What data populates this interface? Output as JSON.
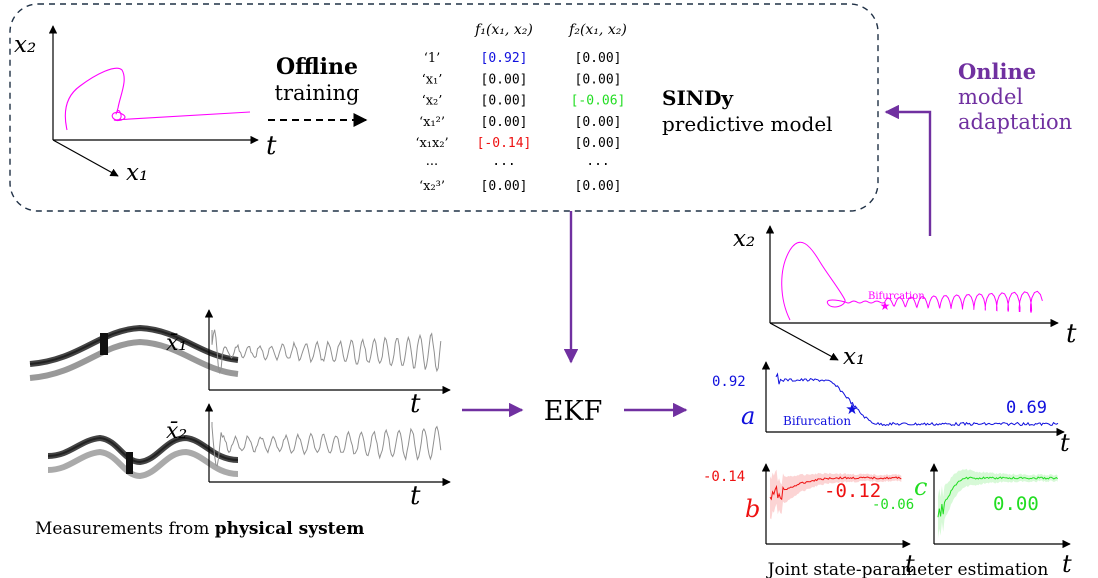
{
  "colors": {
    "trajectory": "#ff00ff",
    "coef_a": "#1010dd",
    "coef_b": "#ee1111",
    "coef_c": "#22dd22",
    "arrow": "#7030a0",
    "online": "#7030a0",
    "box_border": "#1f3045",
    "signal": "#909090"
  },
  "offline_box": {
    "axis_x2": "x₂",
    "axis_x1": "x₁",
    "axis_t": "t",
    "offline_title": "Offline",
    "offline_sub": "training",
    "table": {
      "col_headers": [
        "f₁(x₁, x₂)",
        "f₂(x₁, x₂)"
      ],
      "rows": [
        {
          "term": "‘1’",
          "f1": "[0.92]",
          "f2": "[0.00]",
          "f1_color": "coef_a",
          "f2_color": ""
        },
        {
          "term": "‘x₁’",
          "f1": "[0.00]",
          "f2": "[0.00]",
          "f1_color": "",
          "f2_color": ""
        },
        {
          "term": "‘x₂’",
          "f1": "[0.00]",
          "f2": "[-0.06]",
          "f1_color": "",
          "f2_color": "coef_c"
        },
        {
          "term": "‘x₁²’",
          "f1": "[0.00]",
          "f2": "[0.00]",
          "f1_color": "",
          "f2_color": ""
        },
        {
          "term": "‘x₁x₂’",
          "f1": "[-0.14]",
          "f2": "[0.00]",
          "f1_color": "coef_b",
          "f2_color": ""
        },
        {
          "term": "···",
          "f1": "···",
          "f2": "···",
          "f1_color": "",
          "f2_color": ""
        },
        {
          "term": "‘x₂³’",
          "f1": "[0.00]",
          "f2": "[0.00]",
          "f1_color": "",
          "f2_color": ""
        }
      ]
    },
    "sindy_title": "SINDy",
    "sindy_sub": "predictive model"
  },
  "online": {
    "title": "Online",
    "line2": "model",
    "line3": "adaptation"
  },
  "measurements": {
    "x1_label": "x̄₁",
    "x2_label": "x̄₂",
    "t_label": "t",
    "caption_prefix": "Measurements from ",
    "caption_bold": "physical system"
  },
  "ekf_label": "EKF",
  "estimation": {
    "axis_x2": "x₂",
    "axis_x1": "x₁",
    "axis_t": "t",
    "bifurcation_label": "Bifurcation",
    "a": {
      "symbol": "a",
      "start": "0.92",
      "end": "0.69",
      "marker": "Bifurcation"
    },
    "b": {
      "symbol": "b",
      "start": "-0.14",
      "end": "-0.12"
    },
    "c": {
      "symbol": "c",
      "start": "-0.06",
      "end": "0.00"
    },
    "t_label": "t",
    "caption": "Joint state-parameter estimation"
  }
}
